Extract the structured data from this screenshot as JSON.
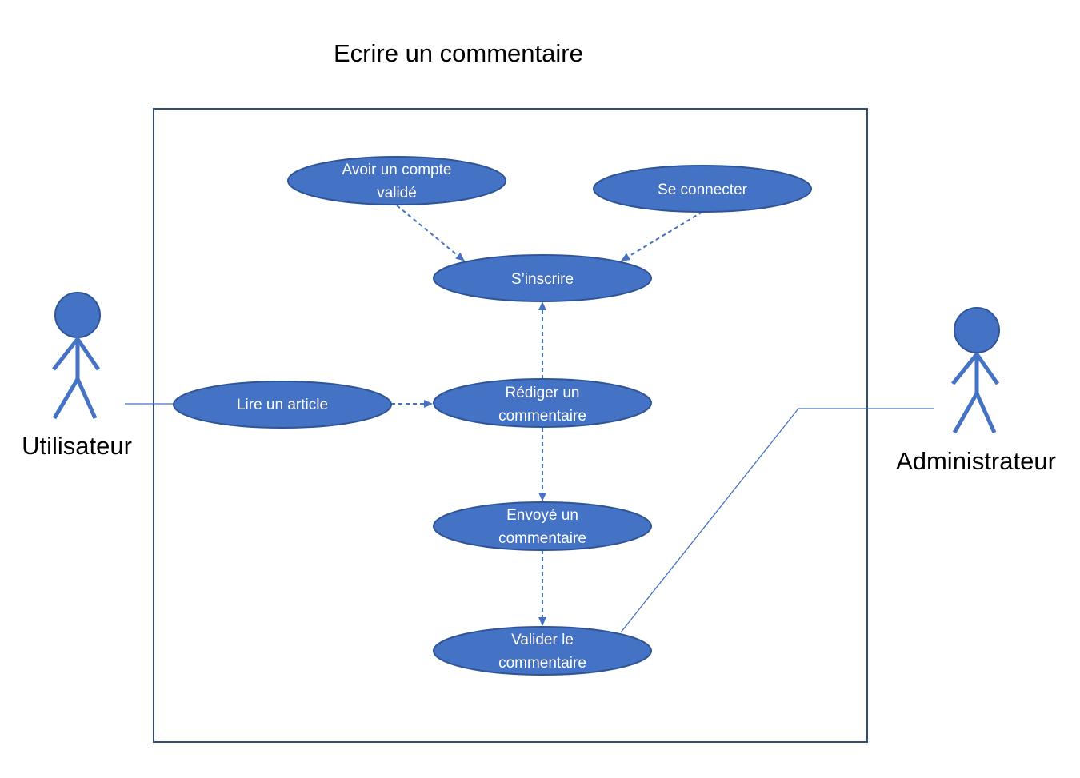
{
  "title": "Ecrire un commentaire",
  "colors": {
    "use_case_fill": "#4472c4",
    "use_case_stroke": "#2f5597",
    "actor_color": "#4472c4",
    "system_border": "#2f4d73",
    "connector": "#4472c4",
    "text_on_use_case": "#ffffff"
  },
  "actors": {
    "utilisateur": {
      "label": "Utilisateur"
    },
    "administrateur": {
      "label": "Administrateur"
    }
  },
  "use_cases": {
    "avoir_compte": {
      "line1": "Avoir un compte",
      "line2": "validé"
    },
    "se_connecter": {
      "line1": "Se connecter"
    },
    "sinscrire": {
      "line1": "S’inscrire"
    },
    "lire_article": {
      "line1": "Lire un article"
    },
    "rediger": {
      "line1": "Rédiger un",
      "line2": "commentaire"
    },
    "envoye": {
      "line1": "Envoyé un",
      "line2": "commentaire"
    },
    "valider": {
      "line1": "Valider le",
      "line2": "commentaire"
    }
  }
}
